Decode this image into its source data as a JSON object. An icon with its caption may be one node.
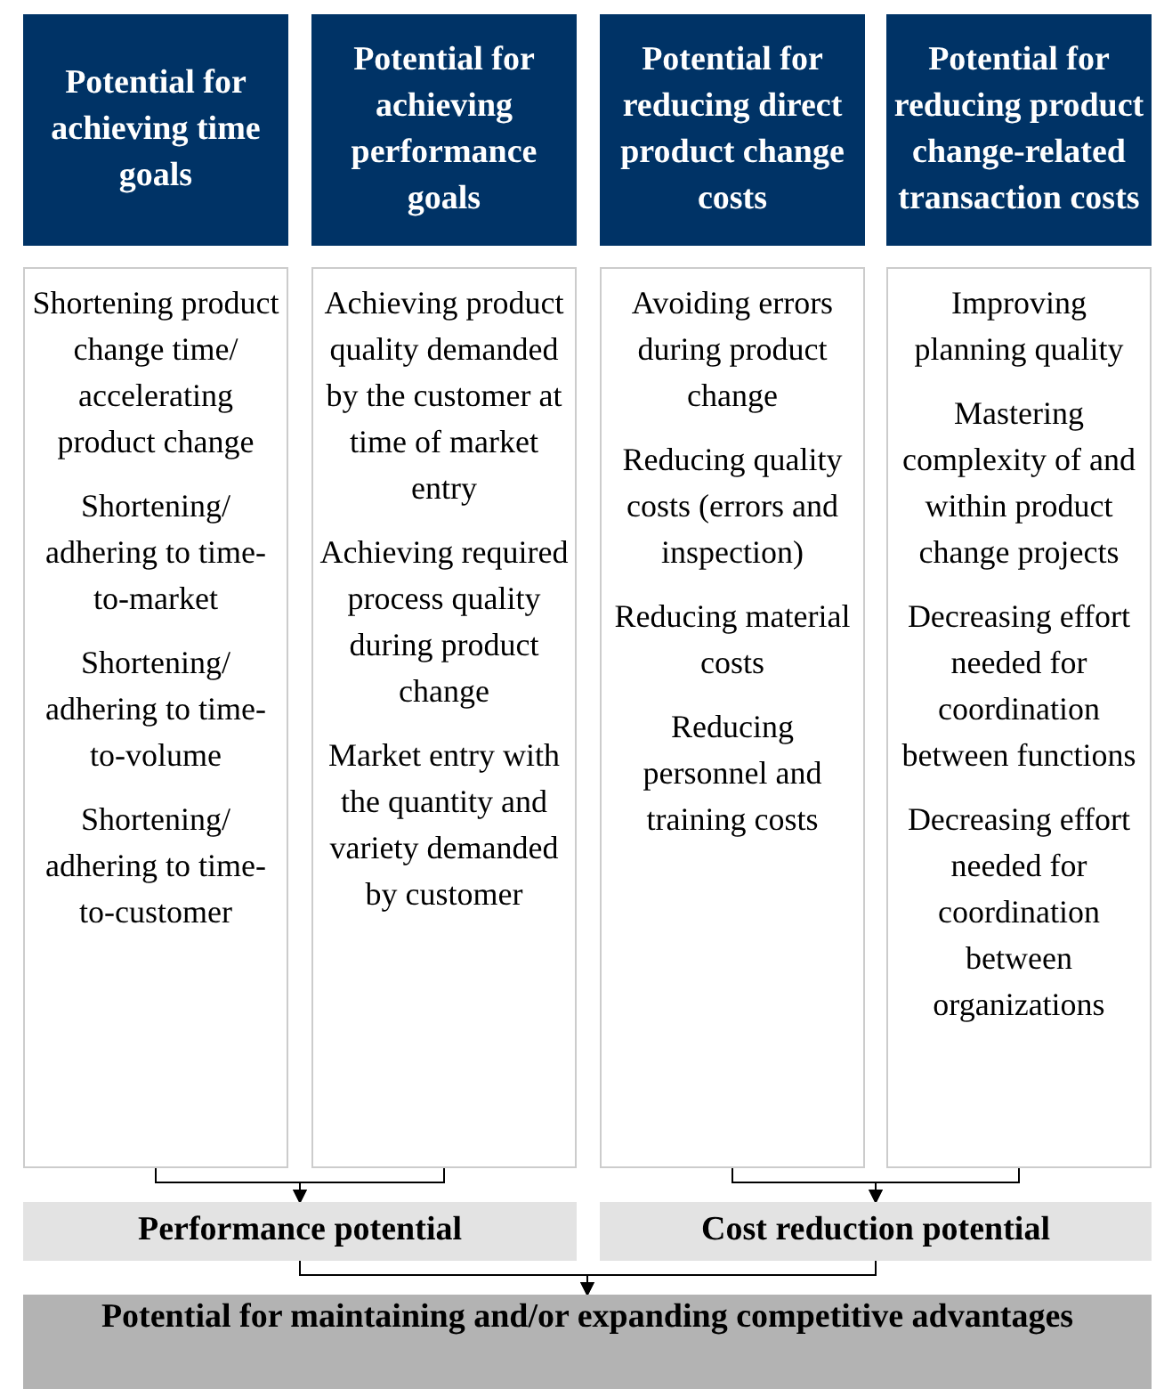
{
  "diagram": {
    "nodes": [
      {
        "text": [
          "Potential for achieving time goals"
        ]
      },
      {
        "text": [
          "Potential for achieving performance goals"
        ]
      },
      {
        "text": [
          "Potential for reducing direct product change costs"
        ]
      },
      {
        "text": [
          "Potential for reducing product change-related transaction costs"
        ]
      },
      {
        "text": [
          "Shortening product change time/ accelerating product change",
          "Shortening/ adhering to time-to-market",
          "Shortening/ adhering to time-to-volume",
          "Shortening/ adhering to time-to-customer"
        ]
      },
      {
        "text": [
          "Achieving product quality demanded by the customer at time of market entry",
          "Achieving required process quality during product change",
          "Market entry with the quantity and variety demanded by customer"
        ]
      },
      {
        "text": [
          "Avoiding errors during product change",
          "Reducing quality costs (errors and inspection)",
          "Reducing material costs",
          "Reducing personnel and training costs"
        ]
      },
      {
        "text": [
          "Improving planning quality",
          "Mastering complexity of and within product change projects",
          "Decreasing effort needed for coordination between functions",
          "Decreasing effort needed for coordination between organizations"
        ]
      },
      {
        "text": [
          "Performance potential"
        ]
      },
      {
        "text": [
          "Cost reduction potential"
        ]
      },
      {
        "text": [
          "Potential for maintaining and/or expanding competitive advantages"
        ]
      }
    ],
    "edges": [
      {
        "from": 4,
        "to": 8,
        "arrow": "to"
      },
      {
        "from": 5,
        "to": 8,
        "arrow": "to"
      },
      {
        "from": 6,
        "to": 9,
        "arrow": "to"
      },
      {
        "from": 7,
        "to": 9,
        "arrow": "to"
      },
      {
        "from": 8,
        "to": 10,
        "arrow": "to"
      },
      {
        "from": 9,
        "to": 10,
        "arrow": "to"
      }
    ]
  }
}
